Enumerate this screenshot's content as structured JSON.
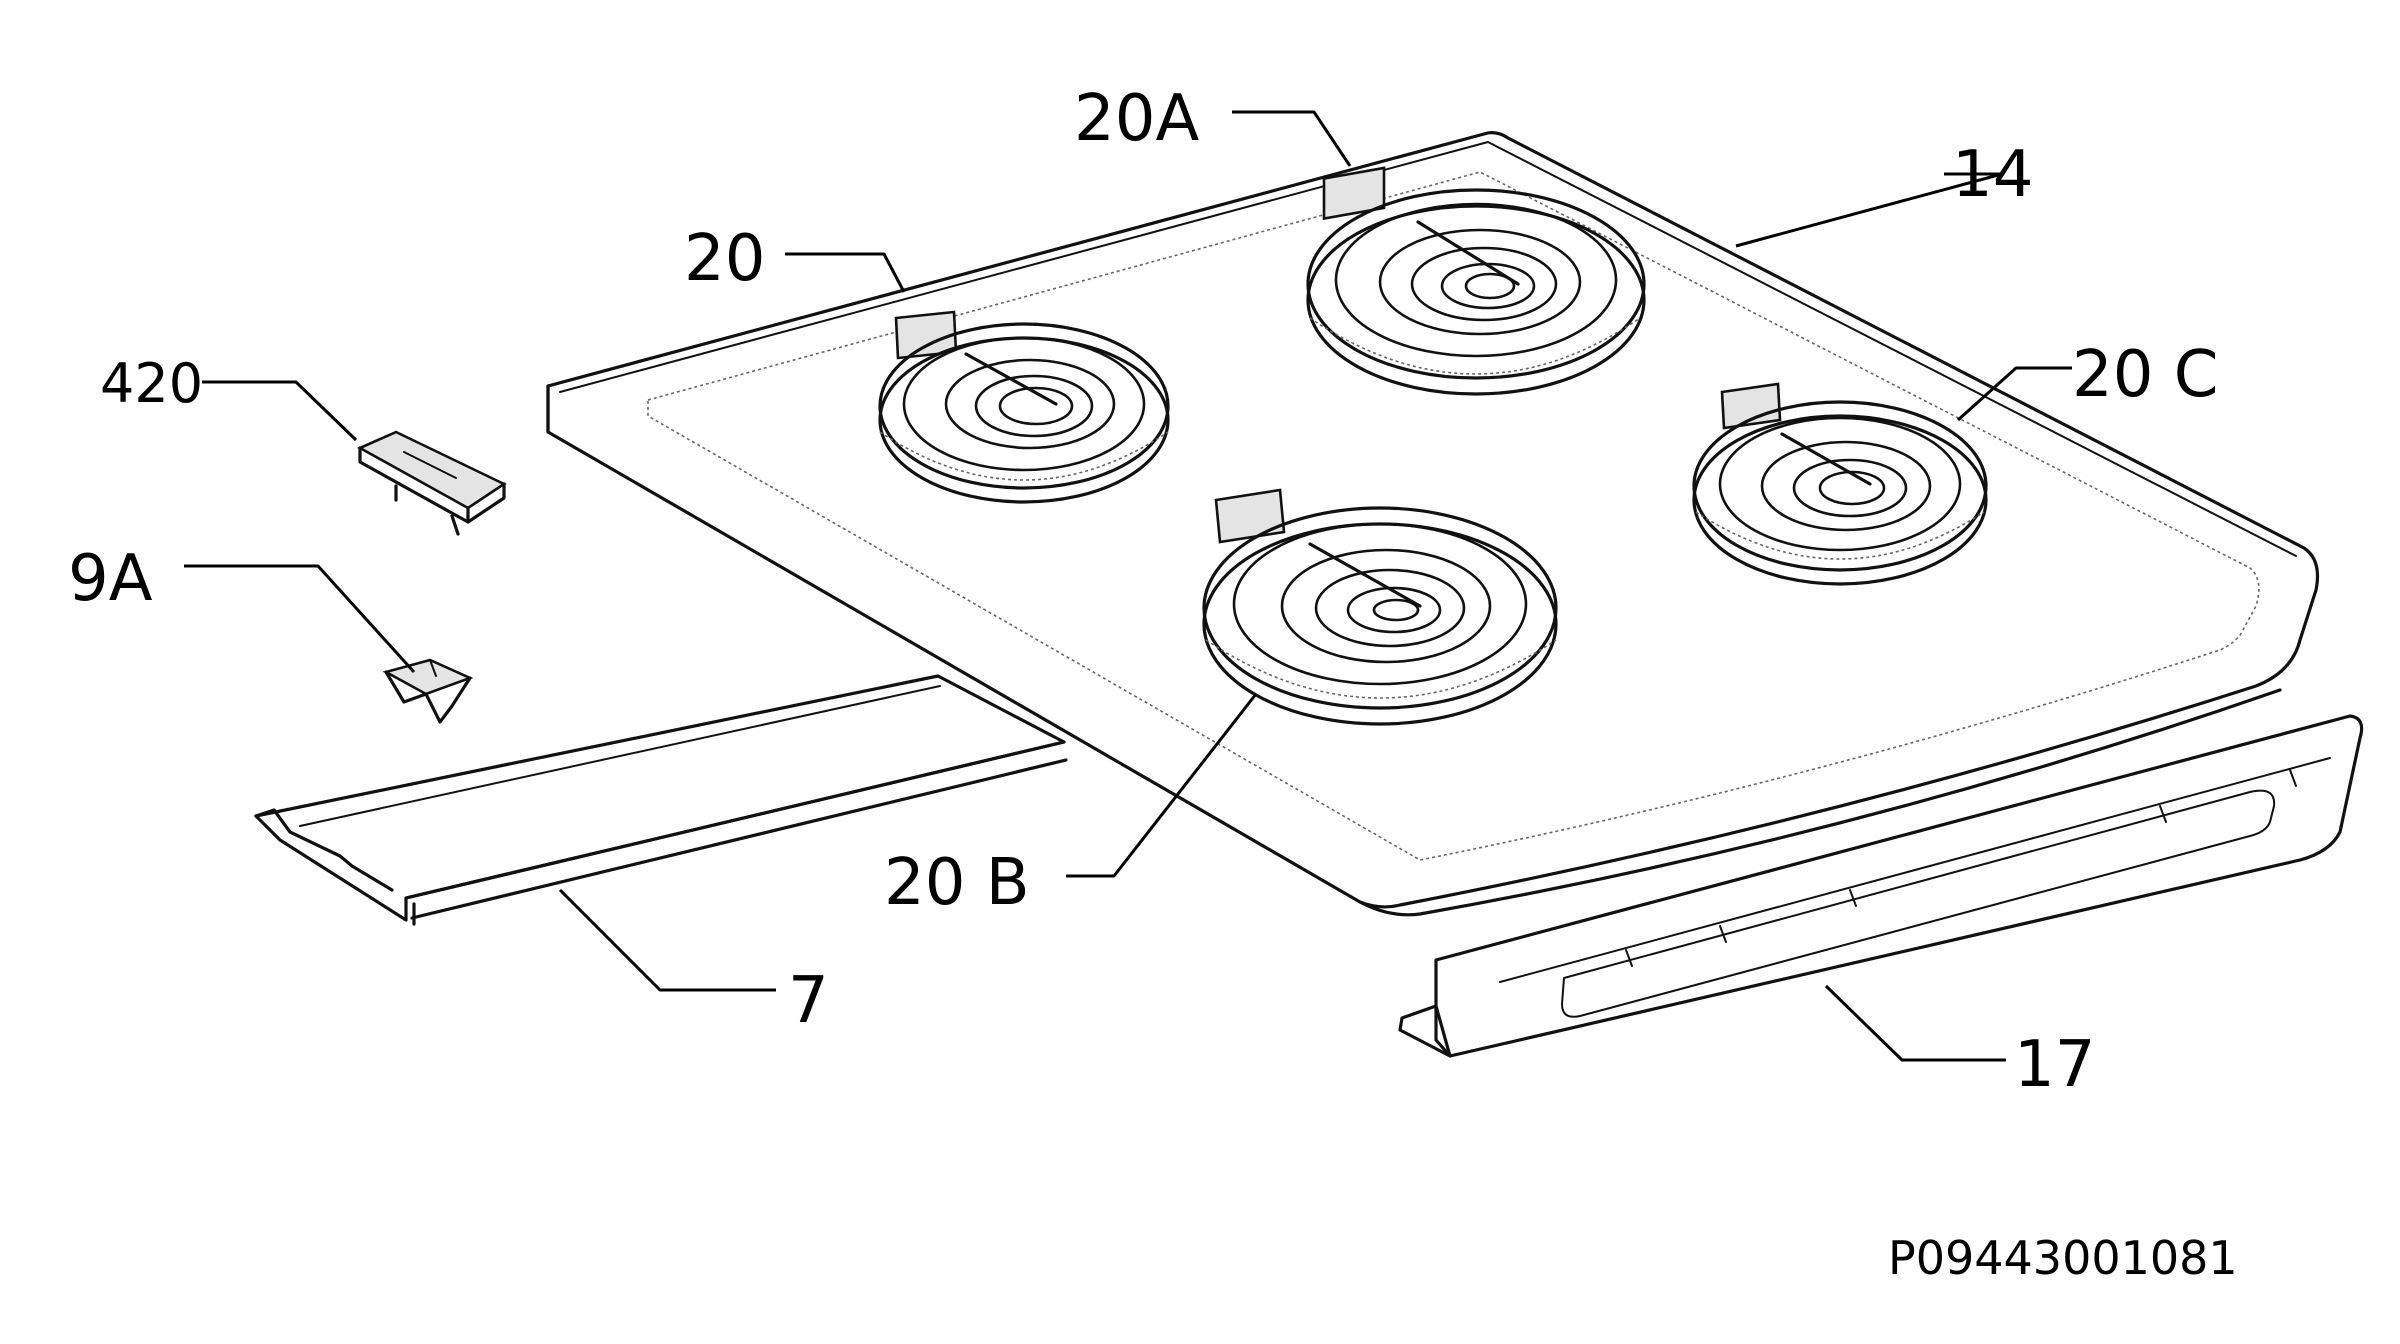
{
  "diagram": {
    "reference_code": "P09443001081",
    "callouts": {
      "c_20A": "20A",
      "c_14": "14",
      "c_20": "20",
      "c_20C": "20 C",
      "c_420": "420",
      "c_9A": "9A",
      "c_20B": "20 B",
      "c_7": "7",
      "c_17": "17"
    }
  }
}
